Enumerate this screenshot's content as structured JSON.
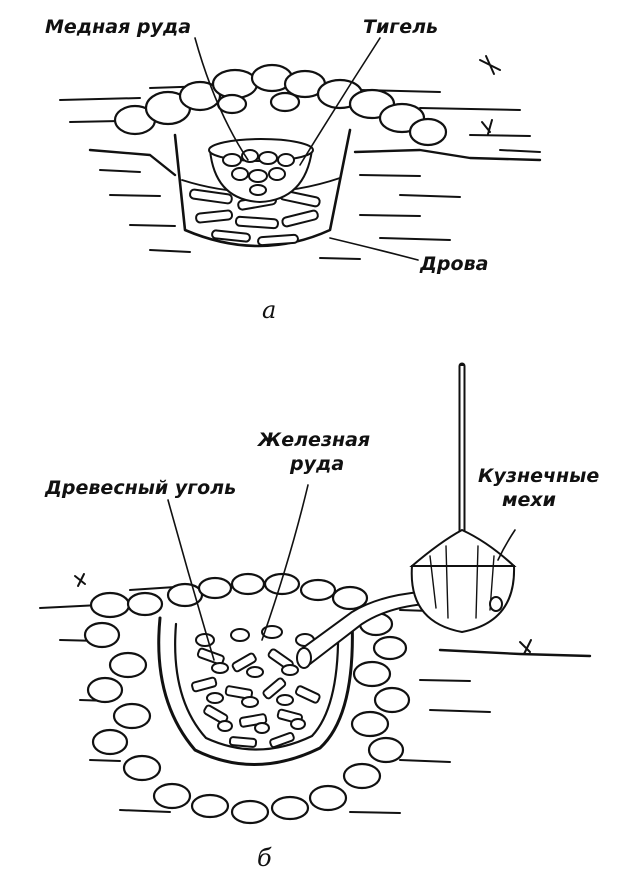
{
  "figure_a": {
    "caption": "а",
    "labels": {
      "ore": "Медная руда",
      "crucible": "Тигель",
      "firewood": "Дрова"
    }
  },
  "figure_b": {
    "caption": "б",
    "labels": {
      "charcoal": "Древесный уголь",
      "iron_ore_line1": "Железная",
      "iron_ore_line2": "руда",
      "bellows_line1": "Кузнечные",
      "bellows_line2": "мехи"
    }
  },
  "colors": {
    "ink": "#111111",
    "paper": "#ffffff"
  }
}
